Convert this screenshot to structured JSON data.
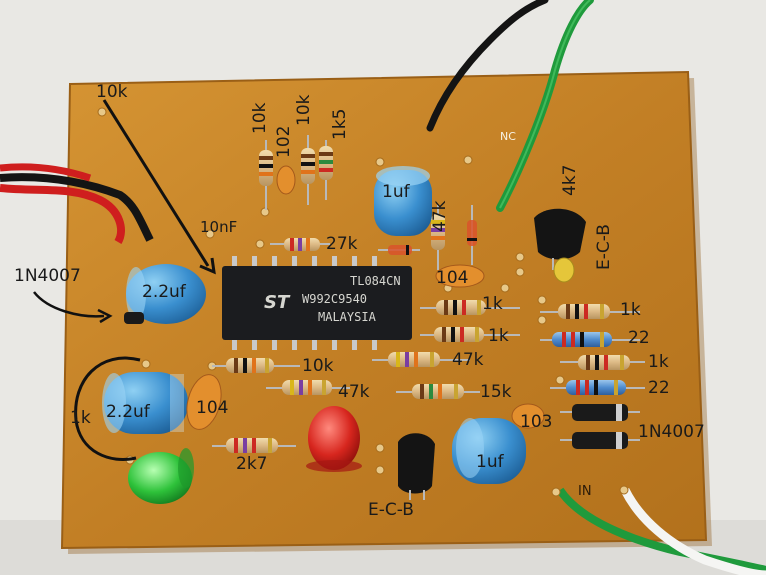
{
  "chip": {
    "line1": "TL084CN",
    "line2": "W992C9540",
    "line3": "MALAYSIA",
    "logo": "ST"
  },
  "silk": {
    "nc": "NC",
    "in": "IN"
  },
  "labels": {
    "r_top_left": "10k",
    "r_top_a": "10k",
    "cap_102": "102",
    "r_top_b": "10k",
    "r_1k5": "1k5",
    "cap_10nF": "10nF",
    "r_27k": "27k",
    "cap_1uf_top": "1uf",
    "r_47k_top": "47k",
    "r_4k7": "4k7",
    "transistor_right": "E-C-B",
    "diode_left": "1N4007",
    "cap_2_2uf_top": "2.2uf",
    "cap_104_mid": "104",
    "r_1k_a": "1k",
    "r_1k_b": "1k",
    "r_1k_c": "1k",
    "r_22_a": "22",
    "r_1k_d": "1k",
    "r_22_b": "22",
    "r_10k_mid": "10k",
    "r_47k_mid": "47k",
    "r_47k_low": "47k",
    "r_15k": "15k",
    "r_1k_left": "1k",
    "cap_2_2uf_low": "2.2uf",
    "cap_104_low": "104",
    "cap_103": "103",
    "diode_right": "1N4007",
    "r_2k7": "2k7",
    "cap_1uf_low": "1uf",
    "transistor_low": "E-C-B"
  },
  "colors": {
    "board": "#c7862a",
    "board_edge": "#9a5f16",
    "background": "#e9e8e4",
    "capacitor_blue": "#3a8fcf",
    "led_red": "#d7261e",
    "led_green": "#2ec23a",
    "wire_green": "#1f9a3c",
    "wire_black": "#141414",
    "wire_red": "#cf1e1e"
  }
}
